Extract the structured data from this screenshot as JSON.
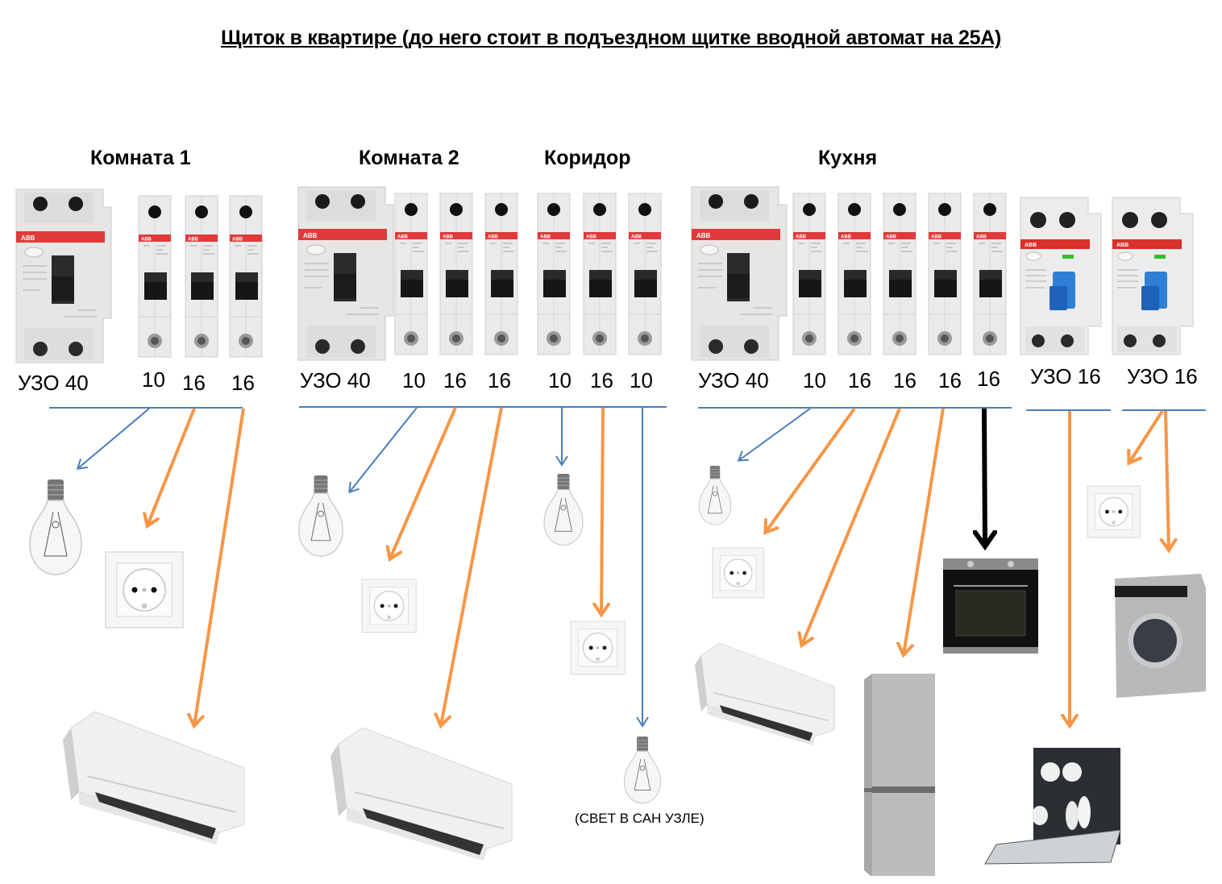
{
  "title": "Щиток в квартире (до него стоит в подъездном щитке вводной автомат на 25А)",
  "colors": {
    "lighting_wire": "#4a7ebb",
    "socket_wire": "#f79646",
    "oven_wire": "#000000",
    "abb_red": "#e03a3a",
    "rcd_blue": "#2f7fd6"
  },
  "groups": [
    {
      "name": "Комната 1"
    },
    {
      "name": "Комната 2"
    },
    {
      "name": "Коридор"
    },
    {
      "name": "Кухня"
    }
  ],
  "ratings": {
    "room1": [
      "УЗО 40",
      "10",
      "16",
      "16"
    ],
    "room2": [
      "УЗО 40",
      "10",
      "16",
      "16"
    ],
    "corridor": [
      "10",
      "16",
      "10"
    ],
    "kitchen": [
      "УЗО 40",
      "10",
      "16",
      "16",
      "16",
      "16"
    ],
    "rcd_dishwasher": "УЗО 16",
    "rcd_washer": "УЗО 16"
  },
  "devices": {
    "breaker_brand": "ABB",
    "rcd_icon": "rcd-icon",
    "breaker_icon": "circuit-breaker-icon",
    "bulb_icon": "light-bulb-icon",
    "socket_icon": "socket-icon",
    "ac_icon": "air-conditioner-icon",
    "oven_icon": "oven-icon",
    "fridge_icon": "fridge-icon",
    "dishwasher_icon": "dishwasher-icon",
    "washer_icon": "washing-machine-icon"
  },
  "notes": {
    "bathroom_light": "(СВЕТ В САН УЗЛЕ)"
  }
}
